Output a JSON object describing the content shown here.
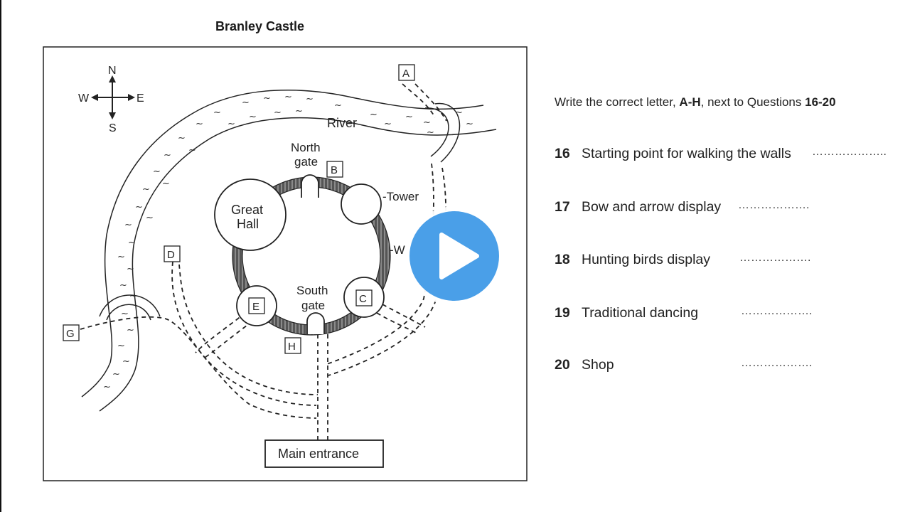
{
  "map": {
    "title": "Branley Castle",
    "compass": {
      "north": "N",
      "south": "S",
      "east": "E",
      "west": "W"
    },
    "labels": {
      "river": "River",
      "north_gate_line1": "North",
      "north_gate_line2": "gate",
      "south_gate_line1": "South",
      "south_gate_line2": "gate",
      "great_hall_line1": "Great",
      "great_hall_line2": "Hall",
      "tower": "-Tower",
      "walls_partial": "-W",
      "main_entrance": "Main entrance"
    },
    "letters": {
      "a": "A",
      "b": "B",
      "c": "C",
      "d": "D",
      "e": "E",
      "g": "G",
      "h": "H"
    }
  },
  "instruction": {
    "prefix": "Write the correct letter, ",
    "range": "A-H",
    "middle": ", next to Questions ",
    "questions": "16-20"
  },
  "questions": [
    {
      "number": "16",
      "text": "Starting point for walking the walls",
      "answer_blank": "……………….."
    },
    {
      "number": "17",
      "text": "Bow and arrow display",
      "answer_blank": "………………."
    },
    {
      "number": "18",
      "text": "Hunting birds display",
      "answer_blank": "………………."
    },
    {
      "number": "19",
      "text": "Traditional dancing",
      "answer_blank": "………………."
    },
    {
      "number": "20",
      "text": "Shop",
      "answer_blank": "………………."
    }
  ],
  "play_button": {
    "color": "#4a9fe8",
    "icon": "play-icon"
  }
}
